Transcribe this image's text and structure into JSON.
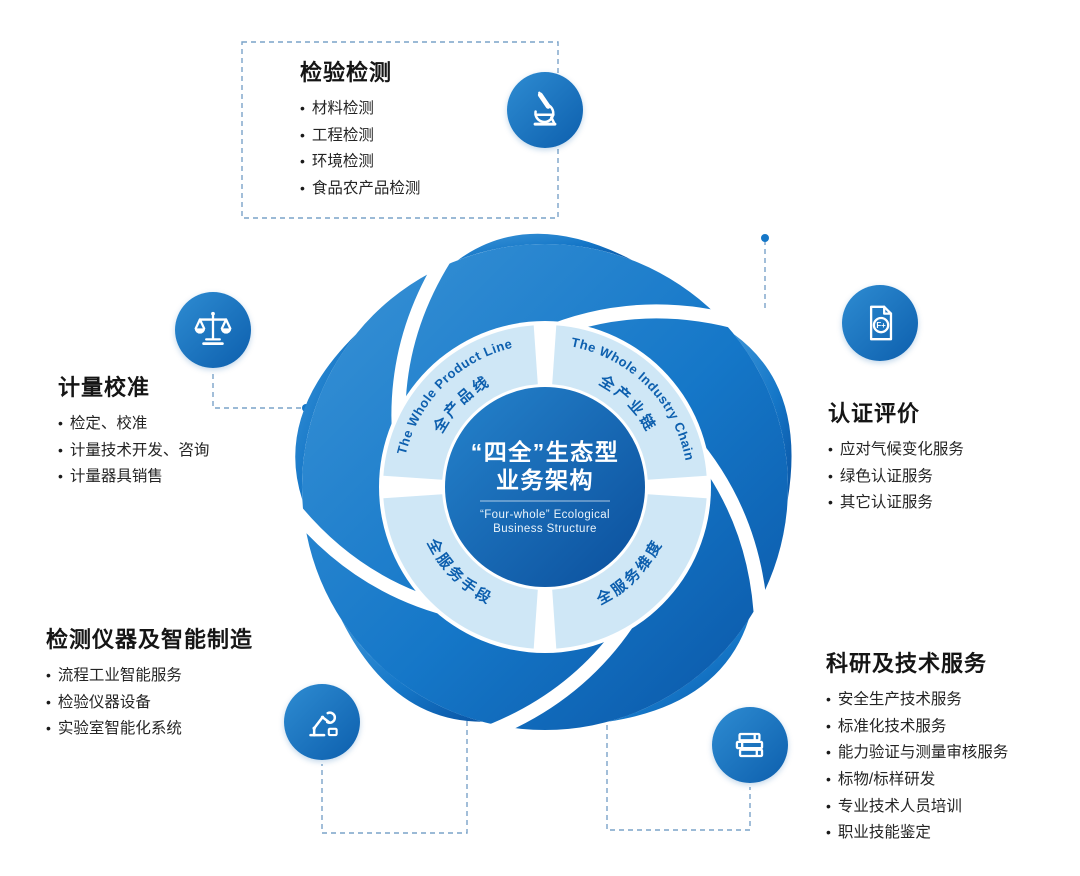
{
  "center": {
    "title_zh_1": "“四全”生态型",
    "title_zh_2": "业务架构",
    "title_en_1": "“Four-whole”  Ecological",
    "title_en_2": "Business Structure"
  },
  "ring": {
    "top_left_en": "The Whole Product Line",
    "top_left_zh": "全产品线",
    "top_right_en": "The Whole Industry Chain",
    "top_right_zh": "全产业链",
    "bottom_left_zh": "全服务手段",
    "bottom_right_zh": "全服务维度"
  },
  "groups": [
    {
      "title": "检验检测",
      "items": [
        "材料检测",
        "工程检测",
        "环境检测",
        "食品农产品检测"
      ]
    },
    {
      "title": "计量校准",
      "items": [
        "检定、校准",
        "计量技术开发、咨询",
        "计量器具销售"
      ]
    },
    {
      "title": "认证评价",
      "items": [
        "应对气候变化服务",
        "绿色认证服务",
        "其它认证服务"
      ]
    },
    {
      "title": "检测仪器及智能制造",
      "items": [
        "流程工业智能服务",
        "检验仪器设备",
        "实验室智能化系统"
      ]
    },
    {
      "title": "科研及技术服务",
      "items": [
        "安全生产技术服务",
        "标准化技术服务",
        "能力验证与测量审核服务",
        "标物/标样研发",
        "专业技术人员培训",
        "职业技能鉴定"
      ]
    }
  ],
  "icons": {
    "certificate_label": "F+",
    "names": [
      "microscope",
      "balance-scale",
      "certificate-document",
      "robot-arm",
      "books"
    ]
  },
  "colors": {
    "primary": "#1577c8",
    "wheel_dark": "#0a55a5",
    "wheel_light": "#3a93d6",
    "inner_ring": "#cfe7f6",
    "label_blue": "#0d5fae"
  }
}
